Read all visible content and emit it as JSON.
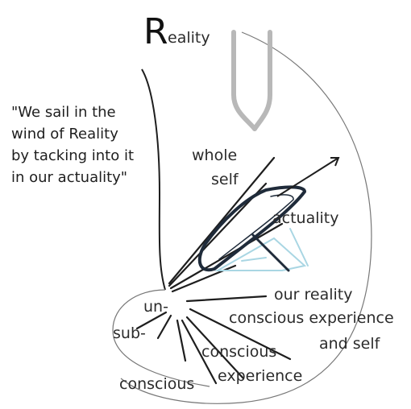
{
  "title": {
    "initial": "R",
    "rest": "eality"
  },
  "quote": [
    "\"We sail in the",
    "wind of Reality",
    "by tacking into it",
    "in our actuality\""
  ],
  "labels": {
    "whole_self_1": "whole",
    "whole_self_2": "self",
    "actuality": "actuality",
    "our_reality": "our reality",
    "conscious_experience_and_self_1": "conscious experience",
    "conscious_experience_and_self_2": "and self",
    "conscious_experience_1": "conscious",
    "conscious_experience_2": "experience",
    "un": "un-",
    "sub": "sub-",
    "conscious": "conscious"
  },
  "colors": {
    "ink": "#1e1e1e",
    "wind_arrow": "#b8b8b8",
    "sail_outline": "#1f2b3a",
    "light_blue": "#a9d6e3"
  }
}
